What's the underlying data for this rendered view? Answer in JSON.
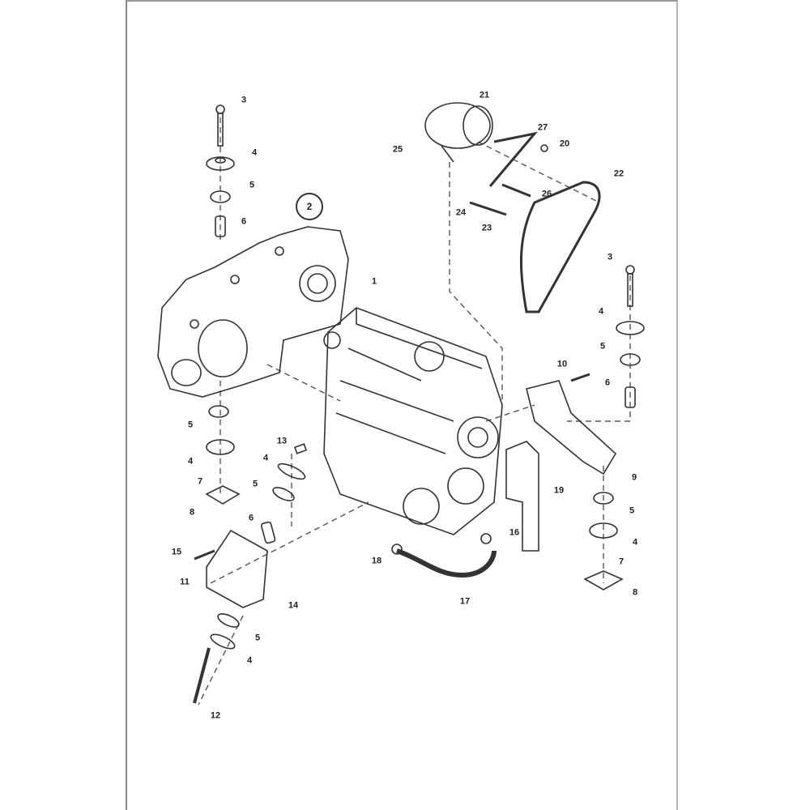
{
  "diagram": {
    "title_callout": "2",
    "callouts": [
      "1",
      "3",
      "4",
      "5",
      "6",
      "3",
      "4",
      "5",
      "6",
      "10",
      "5",
      "4",
      "7",
      "8",
      "4",
      "5",
      "6",
      "13",
      "15",
      "11",
      "14",
      "5",
      "4",
      "12",
      "21",
      "27",
      "20",
      "25",
      "22",
      "26",
      "24",
      "23",
      "9",
      "19",
      "5",
      "4",
      "7",
      "8",
      "16",
      "18",
      "17"
    ]
  }
}
